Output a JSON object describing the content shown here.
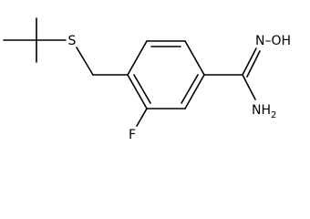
{
  "molecule": {
    "atoms": {
      "sulfur": "S",
      "fluorine": "F",
      "oxime_group": "N–OH",
      "amine_element": "NH",
      "amine_subscript": "2"
    }
  },
  "colors": {
    "bond": "#000000",
    "label": "#000000",
    "background": "#ffffff"
  }
}
